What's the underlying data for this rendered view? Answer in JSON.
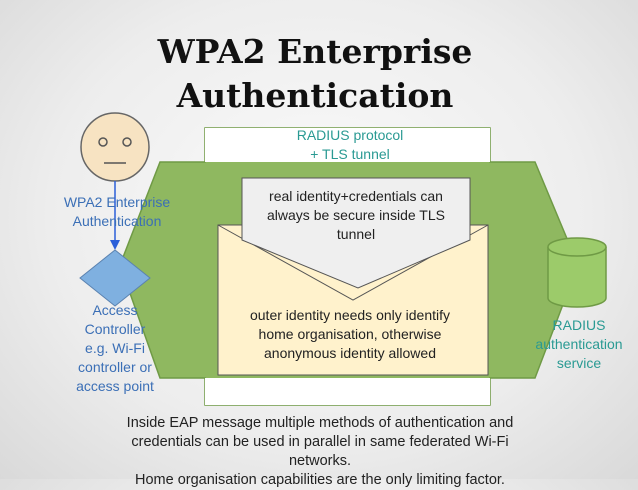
{
  "title": {
    "line1": "WPA2 Enterprise",
    "line2": "Authentication"
  },
  "person": {
    "label_line1": "WPA2 Enterprise",
    "label_line2": "Authentication"
  },
  "access_controller": {
    "lines": [
      "Access",
      "Controller",
      "e.g. Wi-Fi",
      "controller or",
      "access point"
    ]
  },
  "radius_protocol": {
    "line1": "RADIUS protocol",
    "line2": "+ TLS tunnel"
  },
  "inner_flap": {
    "line1": "real identity+credentials can",
    "line2": "always be secure inside TLS",
    "line3": "tunnel"
  },
  "envelope": {
    "line1": "outer identity needs only identify",
    "line2": "home organisation, otherwise",
    "line3": "anonymous identity allowed"
  },
  "radius_service": {
    "line1": "RADIUS",
    "line2": "authentication",
    "line3": "service"
  },
  "footer": {
    "line1": "Inside EAP message multiple methods of authentication and",
    "line2": "credentials can be used in parallel in same federated Wi-Fi networks.",
    "line3": "Home organisation capabilities are the only limiting factor."
  },
  "colors": {
    "tunnel_green": "#8fb860",
    "tunnel_stroke": "#6f9a45",
    "envelope_fill": "#fff2cc",
    "flap_fill": "#efefef",
    "person_fill": "#f7e3c2",
    "diamond_fill": "#7fb0e0",
    "database_fill": "#9ccb6a",
    "blue_text": "#3b6fb6",
    "teal_text": "#2a9a93"
  }
}
